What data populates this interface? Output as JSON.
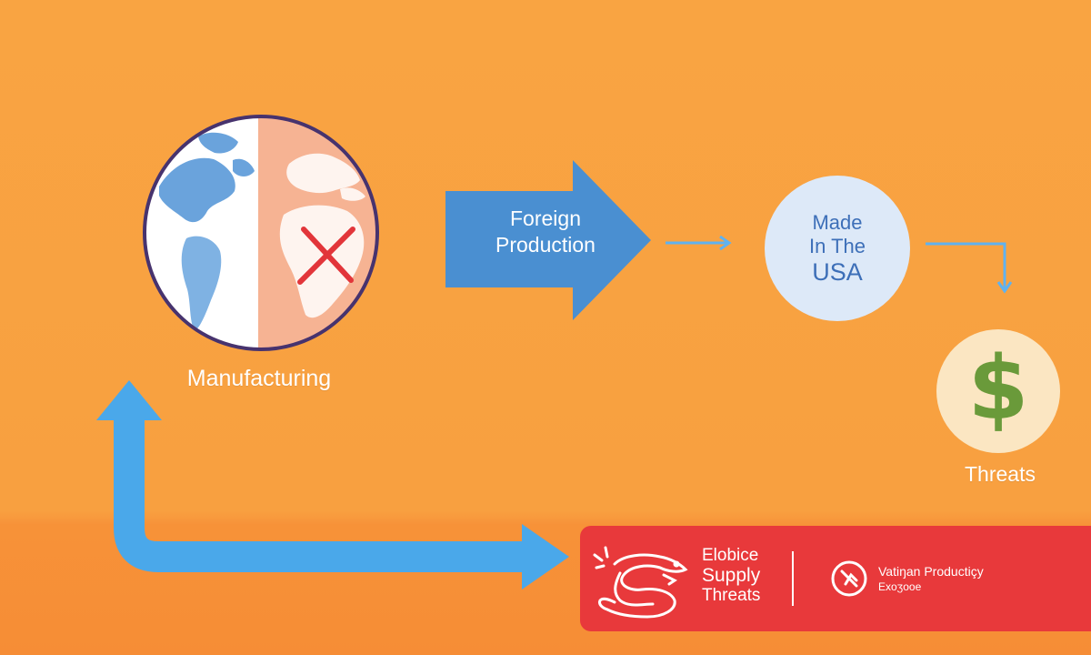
{
  "nodes": {
    "manufacturing": {
      "label": "Manufacturing"
    },
    "foreign_production": {
      "line1": "Foreign",
      "line2": "Production"
    },
    "made_in_usa": {
      "line1": "Made",
      "line2": "In The",
      "line3": "USA"
    },
    "threats": {
      "label": "Threats",
      "symbol": "$"
    }
  },
  "banner": {
    "title_line1": "Elobice",
    "title_line2": "Supply",
    "title_line3": "Threats",
    "right_line1": "Vatiŋan Productiçy",
    "right_line2": "Exoʒooe"
  },
  "colors": {
    "background": "#f9a442",
    "arrow_blue": "#4a8fd1",
    "flow_blue": "#4aa8ea",
    "circle_fill": "#dde9f8",
    "dollar_circle": "#fbe6c2",
    "dollar_green": "#6a9a3a",
    "banner_red": "#e8393b",
    "cross_red": "#e2353a"
  },
  "icons": [
    "globe-icon",
    "red-x-icon",
    "dollar-icon",
    "snake-icon",
    "warning-burst-icon",
    "no-symbol-icon"
  ]
}
